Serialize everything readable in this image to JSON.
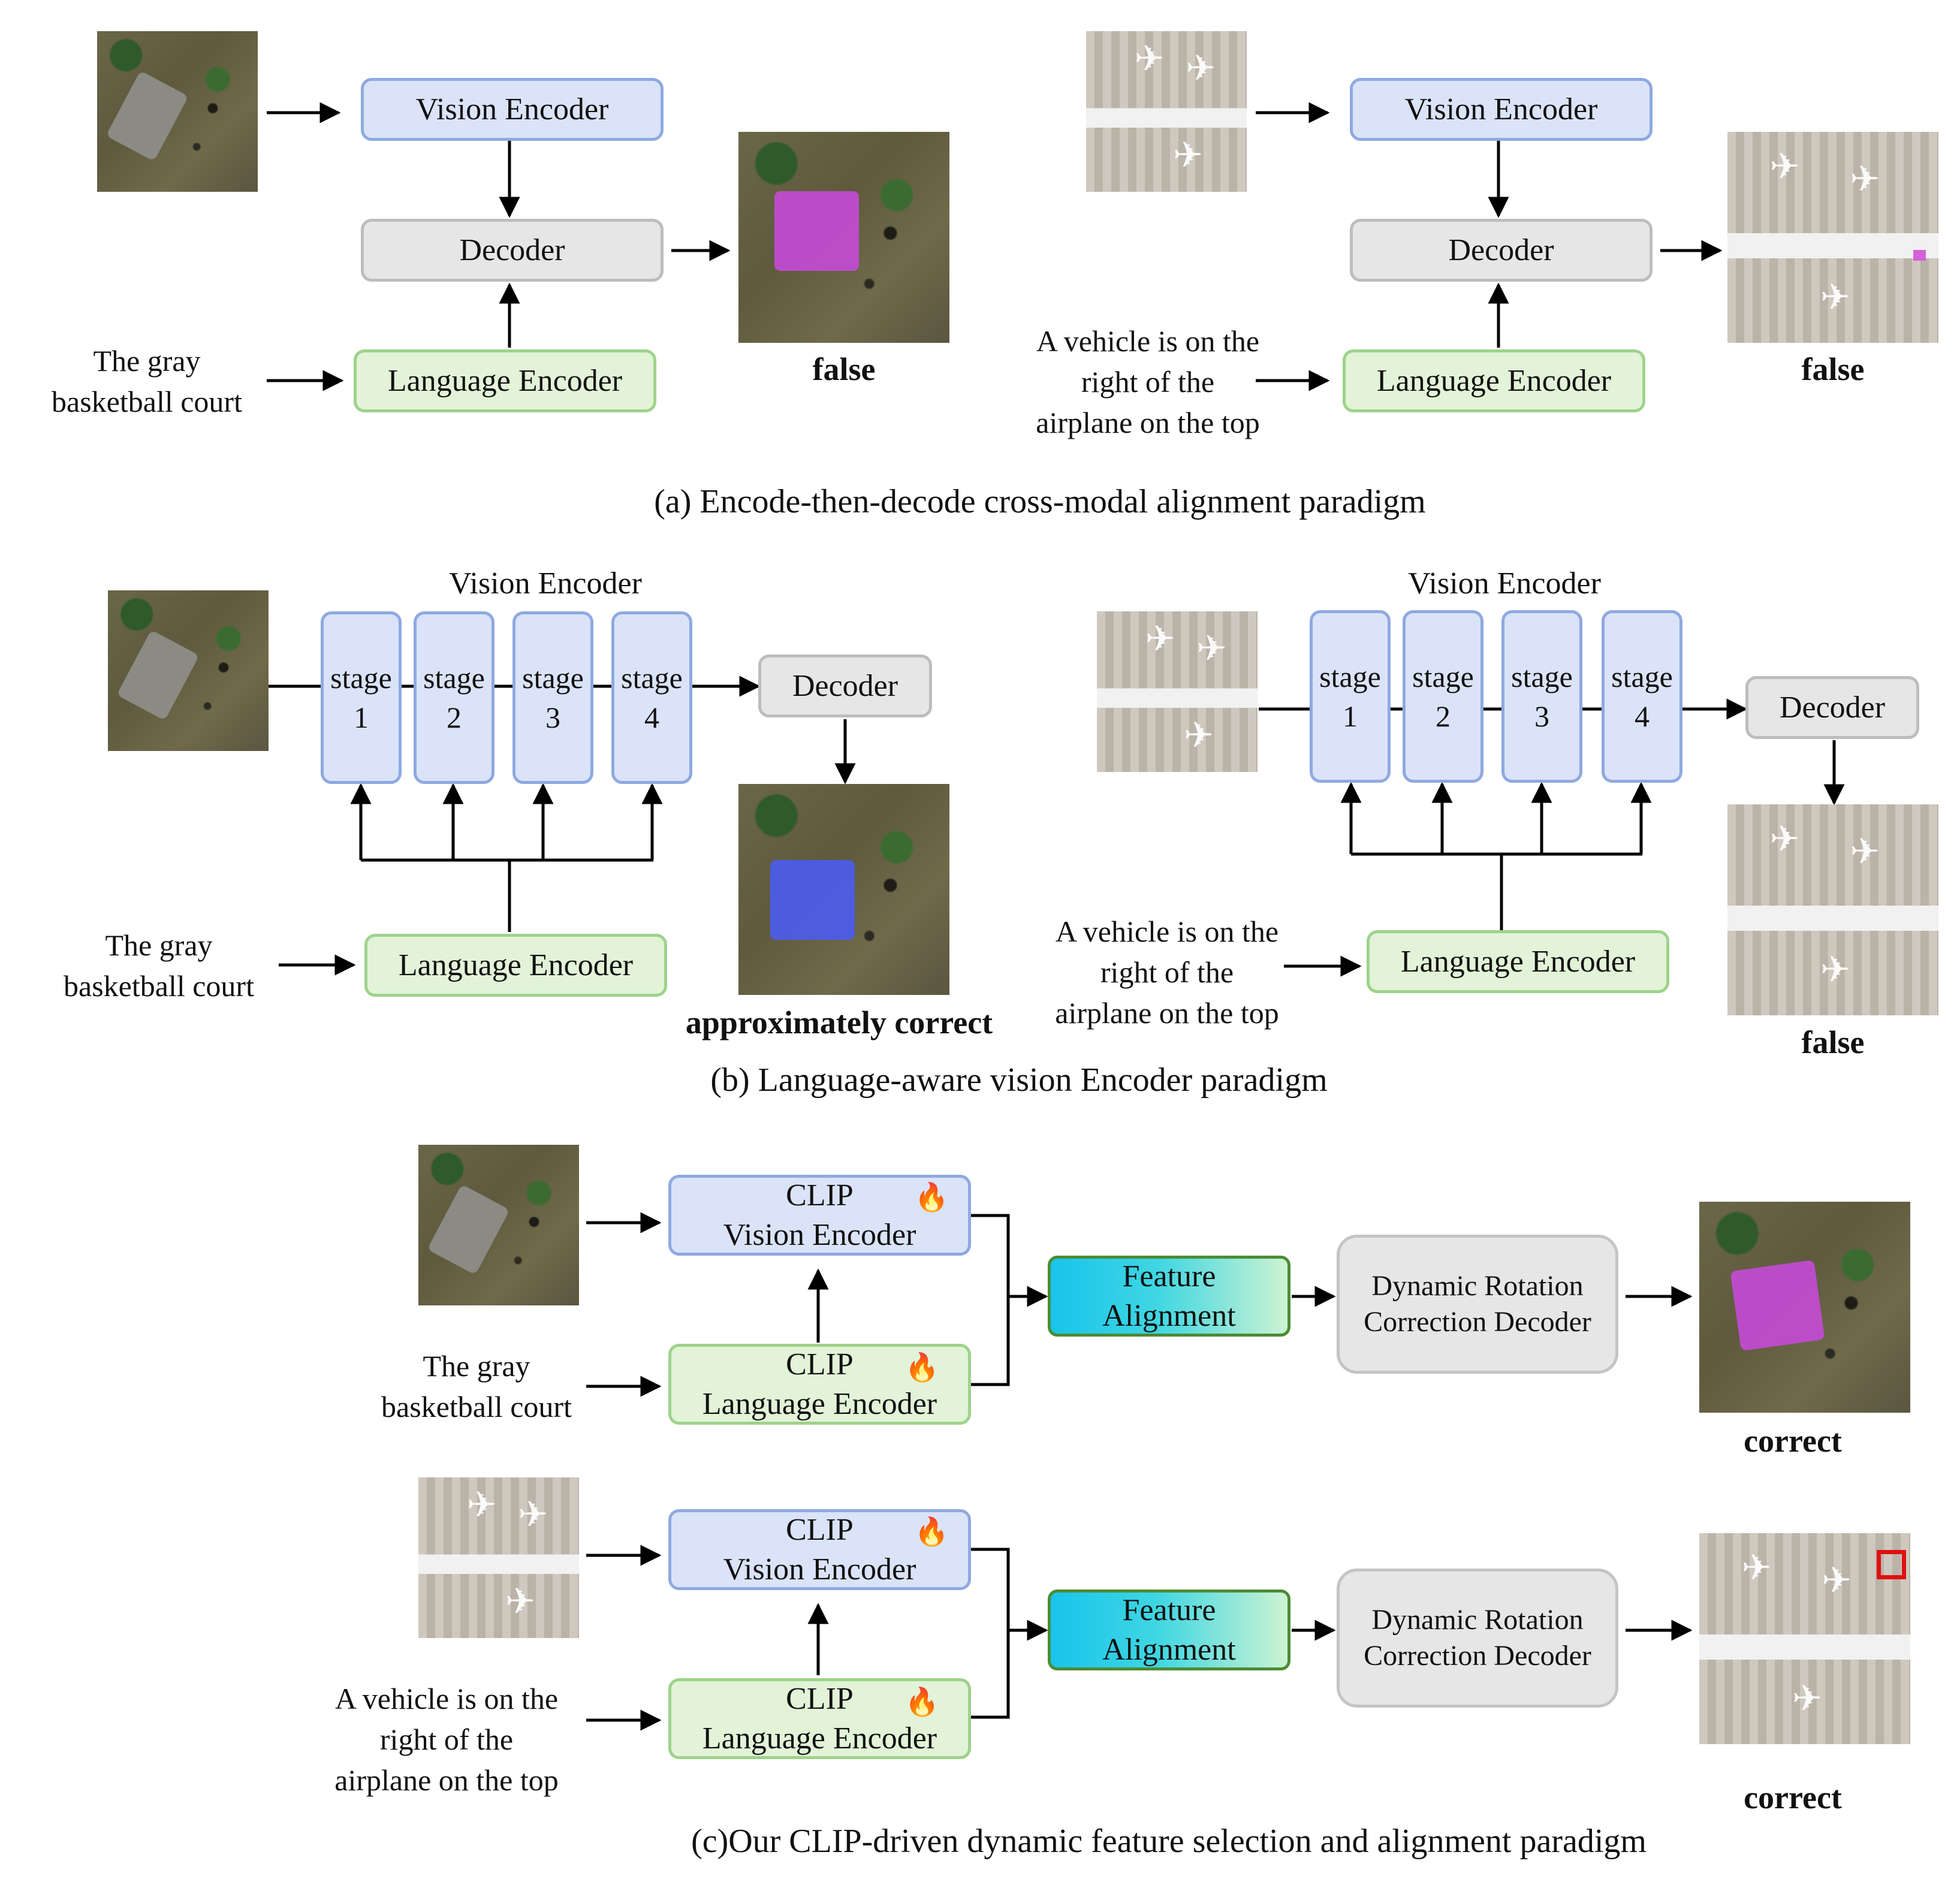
{
  "section_a": {
    "caption": "(a) Encode-then-decode cross-modal alignment paradigm",
    "left": {
      "vision_encoder": "Vision Encoder",
      "decoder": "Decoder",
      "language_encoder": "Language Encoder",
      "query_line1": "The gray",
      "query_line2": "basketball court",
      "result": "false"
    },
    "right": {
      "vision_encoder": "Vision Encoder",
      "decoder": "Decoder",
      "language_encoder": "Language Encoder",
      "query_line1": "A vehicle is on the",
      "query_line2": "right of the",
      "query_line3": "airplane on the top",
      "result": "false"
    }
  },
  "section_b": {
    "caption": "(b) Language-aware vision Encoder paradigm",
    "left": {
      "vision_encoder_title": "Vision Encoder",
      "stages": [
        {
          "word": "stage",
          "num": "1"
        },
        {
          "word": "stage",
          "num": "2"
        },
        {
          "word": "stage",
          "num": "3"
        },
        {
          "word": "stage",
          "num": "4"
        }
      ],
      "decoder": "Decoder",
      "language_encoder": "Language Encoder",
      "query_line1": "The gray",
      "query_line2": "basketball court",
      "result": "approximately correct"
    },
    "right": {
      "vision_encoder_title": "Vision Encoder",
      "stages": [
        {
          "word": "stage",
          "num": "1"
        },
        {
          "word": "stage",
          "num": "2"
        },
        {
          "word": "stage",
          "num": "3"
        },
        {
          "word": "stage",
          "num": "4"
        }
      ],
      "decoder": "Decoder",
      "language_encoder": "Language Encoder",
      "query_line1": "A vehicle is on the",
      "query_line2": "right of the",
      "query_line3": "airplane on the top",
      "result": "false"
    }
  },
  "section_c": {
    "caption": "(c)Our CLIP-driven dynamic feature selection and alignment paradigm",
    "rows": [
      {
        "clip_vision_line1": "CLIP",
        "clip_vision_line2": "Vision Encoder",
        "clip_language_line1": "CLIP",
        "clip_language_line2": "Language Encoder",
        "feature_line1": "Feature",
        "feature_line2": "Alignment",
        "decoder_line1": "Dynamic Rotation",
        "decoder_line2": "Correction Decoder",
        "query_line1": "The gray",
        "query_line2": "basketball court",
        "query_line3": "",
        "result": "correct"
      },
      {
        "clip_vision_line1": "CLIP",
        "clip_vision_line2": "Vision Encoder",
        "clip_language_line1": "CLIP",
        "clip_language_line2": "Language Encoder",
        "feature_line1": "Feature",
        "feature_line2": "Alignment",
        "decoder_line1": "Dynamic Rotation",
        "decoder_line2": "Correction Decoder",
        "query_line1": "A vehicle is on the",
        "query_line2": "right of the",
        "query_line3": "airplane on the top",
        "result": "correct"
      }
    ]
  },
  "icons": {
    "flame": "🔥",
    "plane": "✈"
  },
  "colors": {
    "vision_fill": "#dae3f8",
    "language_fill": "#e2f3d8",
    "decoder_fill": "#e6e6e6",
    "mask_magenta": "#c44bd6",
    "mask_blue": "#4b5cf0",
    "highlight_red": "#e01010"
  }
}
